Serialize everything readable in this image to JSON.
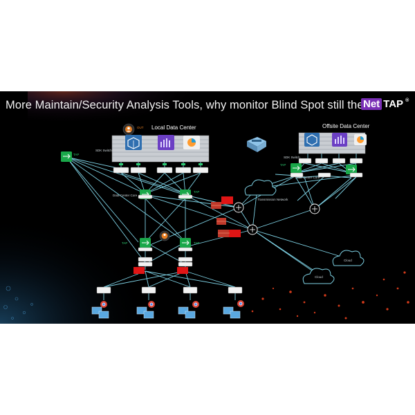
{
  "slide": {
    "title": "More Maintain/Security Analysis Tools, why monitor Blind Spot still there?",
    "logo": {
      "net": "Net",
      "tap": "TAP",
      "reg": "®"
    },
    "colors": {
      "background": "#000000",
      "link": "#7fd3e6",
      "switch_green": "#1aa84a",
      "firewall_red": "#e01515",
      "tap_green": "#2ecc71"
    }
  },
  "diagram": {
    "local_dc_label": "Local Data Center",
    "offsite_dc_label": "Offsite Data Center",
    "out_label": "OUT",
    "sdk_switch_local": "SDK Switch",
    "sdk_switch_offsite": "SDK Switch",
    "data_center_core_local": "Data Center Core",
    "data_center_core_offsite": "Data Center Core",
    "transmission_network": "Transmission Network",
    "cloud_1": "Cloud",
    "cloud_2": "Cloud",
    "tap_labels": [
      "TAP",
      "TAP",
      "TAP",
      "TAP",
      "TAP"
    ]
  }
}
